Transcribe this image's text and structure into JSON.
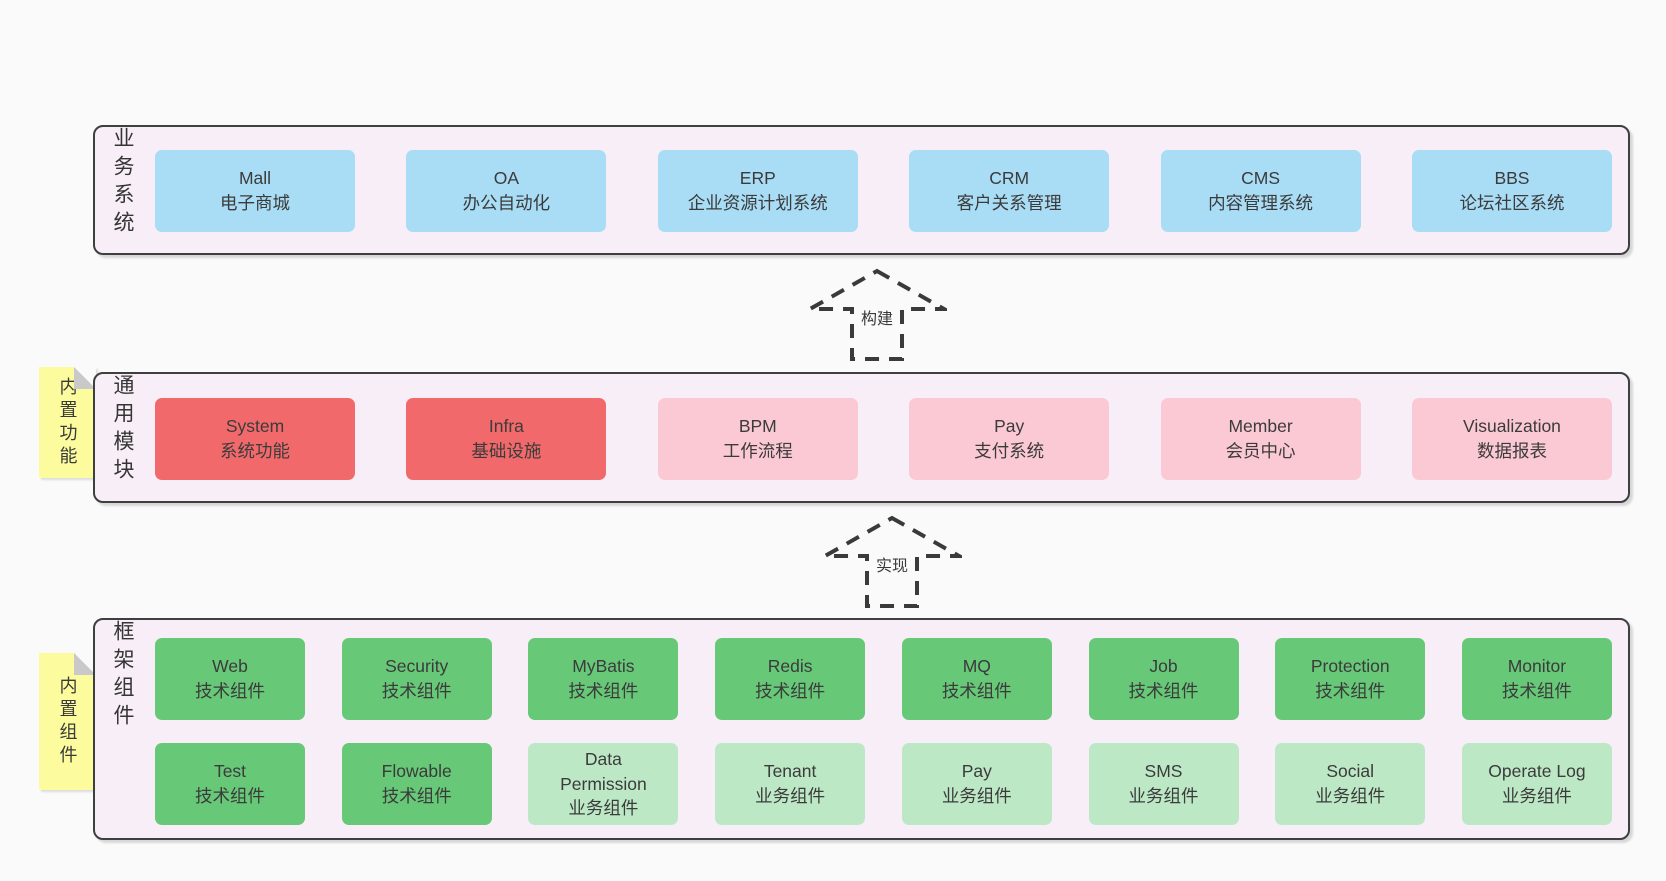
{
  "colors": {
    "page_bg": "#fafafa",
    "container_bg": "#f8eef7",
    "container_border": "#3f3f3f",
    "blue": "#a9dcf5",
    "red": "#f2696b",
    "pink": "#fbc9d3",
    "green_dark": "#67c878",
    "green_light": "#bde8c6",
    "yellow": "#fcfc9e",
    "fold_gray": "#c9c9c9",
    "text": "#3b3b3b"
  },
  "arrows": [
    {
      "label": "构建"
    },
    {
      "label": "实现"
    }
  ],
  "tabs": [
    {
      "label": "内置功能"
    },
    {
      "label": "内置组件"
    }
  ],
  "layers": [
    {
      "label": "业务系统",
      "boxes": [
        {
          "en": "Mall",
          "zh": "电子商城"
        },
        {
          "en": "OA",
          "zh": "办公自动化"
        },
        {
          "en": "ERP",
          "zh": "企业资源计划系统"
        },
        {
          "en": "CRM",
          "zh": "客户关系管理"
        },
        {
          "en": "CMS",
          "zh": "内容管理系统"
        },
        {
          "en": "BBS",
          "zh": "论坛社区系统"
        }
      ]
    },
    {
      "label": "通用模块",
      "boxes": [
        {
          "en": "System",
          "zh": "系统功能"
        },
        {
          "en": "Infra",
          "zh": "基础设施"
        },
        {
          "en": "BPM",
          "zh": "工作流程"
        },
        {
          "en": "Pay",
          "zh": "支付系统"
        },
        {
          "en": "Member",
          "zh": "会员中心"
        },
        {
          "en": "Visualization",
          "zh": "数据报表"
        }
      ]
    },
    {
      "label": "框架组件",
      "row1": [
        {
          "en": "Web",
          "zh": "技术组件"
        },
        {
          "en": "Security",
          "zh": "技术组件"
        },
        {
          "en": "MyBatis",
          "zh": "技术组件"
        },
        {
          "en": "Redis",
          "zh": "技术组件"
        },
        {
          "en": "MQ",
          "zh": "技术组件"
        },
        {
          "en": "Job",
          "zh": "技术组件"
        },
        {
          "en": "Protection",
          "zh": "技术组件"
        },
        {
          "en": "Monitor",
          "zh": "技术组件"
        }
      ],
      "row2": [
        {
          "en": "Test",
          "zh": "技术组件"
        },
        {
          "en": "Flowable",
          "zh": "技术组件"
        },
        {
          "en": "Data Permission",
          "zh": "业务组件"
        },
        {
          "en": "Tenant",
          "zh": "业务组件"
        },
        {
          "en": "Pay",
          "zh": "业务组件"
        },
        {
          "en": "SMS",
          "zh": "业务组件"
        },
        {
          "en": "Social",
          "zh": "业务组件"
        },
        {
          "en": "Operate Log",
          "zh": "业务组件"
        }
      ]
    }
  ]
}
